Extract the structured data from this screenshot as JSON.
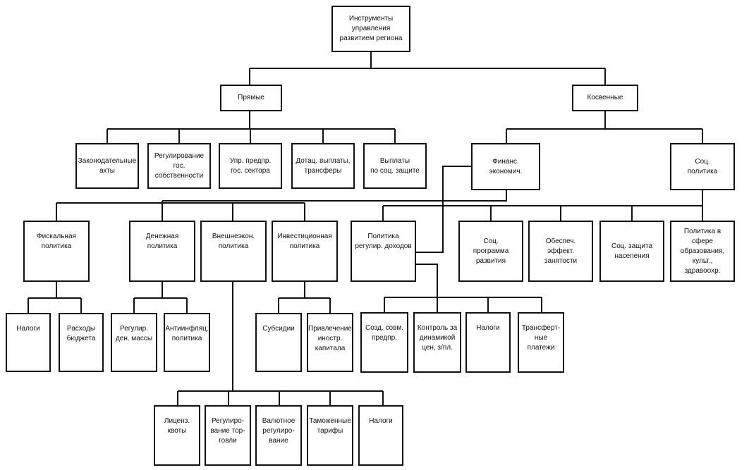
{
  "diagram": {
    "nodes": {
      "root": "Инструменты управления\nразвитием региона",
      "direct": "Прямые",
      "indirect": "Косвенные",
      "legislative": "Законодательные\nакты",
      "stateProperty": "Регулирование гос.\nсобственности",
      "publicSector": "Упр. предпр.\nгос. сектора",
      "subsidies": "Дотац. выплаты,\nтрансферы",
      "socialPayments": "Выплаты\nпо соц. защите",
      "financial": "Финанс.\nэкономич.",
      "social": "Соц.\nполитика",
      "fiscal": "Фискальная\nполитика",
      "monetary": "Денежная\nполитика",
      "foreignEconomic": "Внешнеэкон.\nполитика",
      "investment": "Инвестиционная\nполитика",
      "incomePolicy": "Политика\nрегулир. доходов",
      "socialProgram": "Соц.\nпрограмма развития",
      "employment": "Обеспеч. эффект.\nзанятости",
      "socialProtection": "Соц. защита\nнаселения",
      "educationPolicy": "Политика в\nсфере образования,\nкульт., здравоохр.",
      "taxesFiscal": "Налоги",
      "budgetExpenses": "Расходы\nбюджета",
      "moneySupply": "Регулир.\nден. массы",
      "antiInflation": "Антиинфляц.\nполитика",
      "subsidyInvest": "Субсидии",
      "foreignCapital": "Привлечение\nиностр.\nкапитала",
      "newJobs": "Созд. совм.\nпредпр.",
      "priceControl": "Контроль за\nдинамикой\nцен, з/пл.",
      "taxesIncome": "Налоги",
      "transfers": "Трансферт-\nные платежи",
      "licenses": "Лиценз.\nквоты",
      "tradeRegulation": "Регулиро-\nвание тор-\nговли",
      "currencyRegulation": "Валютное\nрегулиро-\nвание",
      "customsTariffs": "Таможенные\nтарифы",
      "taxesForeign": "Налоги"
    }
  }
}
